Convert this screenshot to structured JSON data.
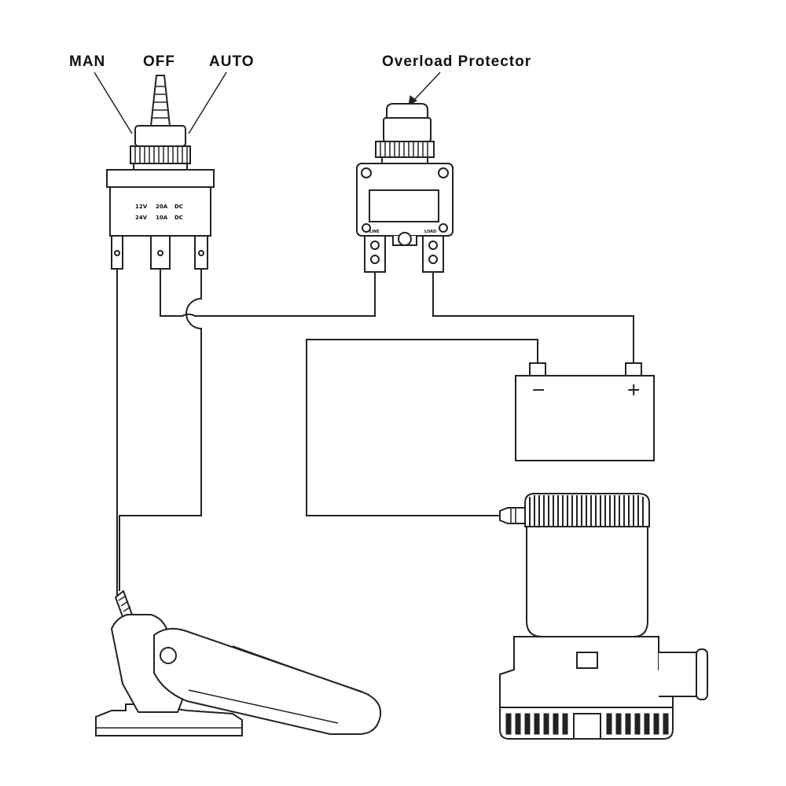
{
  "labels": {
    "man": "MAN",
    "off": "OFF",
    "auto": "AUTO",
    "overload_protector": "Overload Protector"
  },
  "switch_rating": {
    "line1": [
      "12V",
      "20A",
      "DC"
    ],
    "line2": [
      "24V",
      "10A",
      "DC"
    ]
  },
  "breaker_terminals": {
    "line": "LINE",
    "load": "LOAD"
  },
  "battery": {
    "negative": "−",
    "positive": "+"
  }
}
